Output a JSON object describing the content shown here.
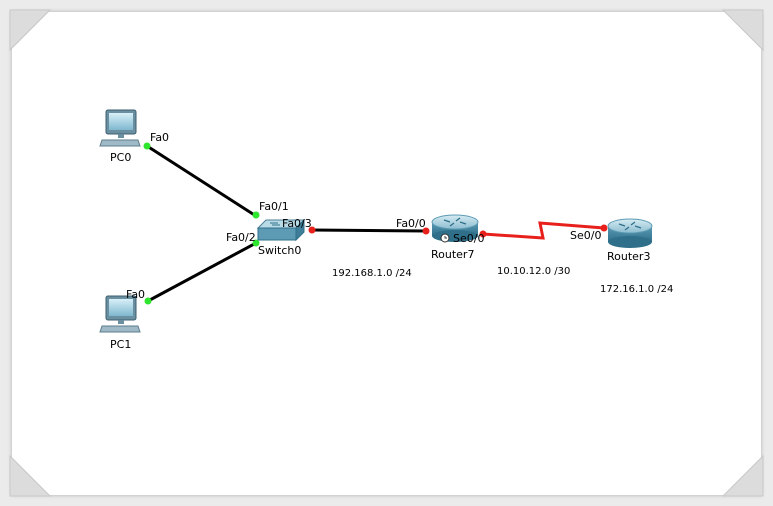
{
  "devices": {
    "pc0": {
      "name": "PC0",
      "port": "Fa0"
    },
    "pc1": {
      "name": "PC1",
      "port": "Fa0"
    },
    "switch0": {
      "name": "Switch0",
      "port_to_pc0": "Fa0/1",
      "port_to_pc1": "Fa0/2",
      "port_to_router": "Fa0/3"
    },
    "router7": {
      "name": "Router7",
      "port_lan": "Fa0/0",
      "port_serial": "Se0/0"
    },
    "router3": {
      "name": "Router3",
      "port_serial": "Se0/0"
    }
  },
  "networks": {
    "lan": "192.168.1.0 /24",
    "wan": "10.10.12.0 /30",
    "remote": "172.16.1.0 /24"
  },
  "colors": {
    "link": "#000000",
    "serial_link": "#e8201c",
    "link_up": "#2ee62e",
    "link_down": "#e8201c",
    "device": "#4a90a8"
  },
  "icons": {
    "pc": "pc-icon",
    "switch": "switch-icon",
    "router": "router-icon",
    "clock": "clock-icon"
  }
}
